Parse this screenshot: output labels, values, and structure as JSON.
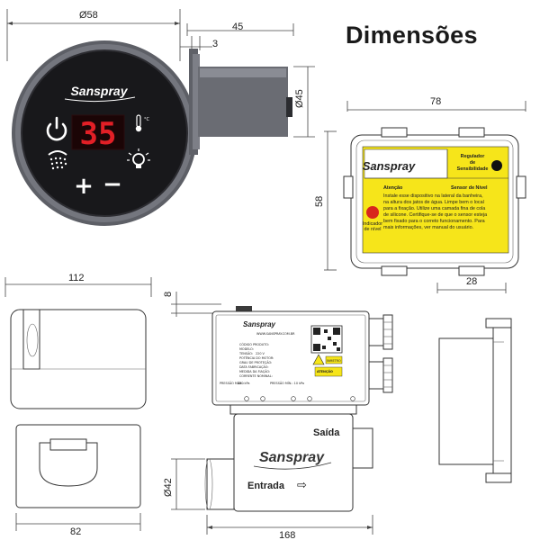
{
  "header": {
    "title": "Dimensões"
  },
  "dimensions": {
    "panel_diameter": "Ø58",
    "panel_depth": "45",
    "panel_flange": "3",
    "panel_body_diameter": "Ø45",
    "sensor_width": "78",
    "sensor_height": "58",
    "sensor_depth": "28",
    "pump_height": "112",
    "pump_width": "82",
    "pump_top": "8",
    "pump_pipe_diameter": "Ø42",
    "pump_length": "168"
  },
  "panel": {
    "brand": "Sanspray",
    "display_value": "35",
    "temp_unit": "°C",
    "plus": "+",
    "minus": "−"
  },
  "sensor_box": {
    "brand": "Sanspray",
    "regulator_label_1": "Regulador",
    "regulator_label_2": "de",
    "regulator_label_3": "Sensibilidade",
    "attention": "Atenção",
    "sensor_title": "Sensor de Nível",
    "indicator_label_1": "Indicador",
    "indicator_label_2": "de nível",
    "instructions": [
      "Instale esse dispositivo na lateral da banheira,",
      "na altura dos jatos de água. Limpe bem o local",
      "para a fixação. Utilize uma camada fina de cola",
      "de silicone. Certifique-se de que o sensor esteja",
      "bem fixado para o correto funcionamento. Para",
      "mais informações, ver manual do usuário."
    ]
  },
  "pump": {
    "brand": "Sanspray",
    "website": "WWW.SANSPRAY.COM.BR",
    "saida": "Saída",
    "entrada": "Entrada",
    "arrow": "⇨",
    "label_lines": [
      "CÓDIGO PRODUTO:",
      "MODELO:",
      "TENSÃO:",
      "POTÊNCIA DO MOTOR:",
      "GRAU DE PROTEÇÃO:",
      "DATA FABRICAÇÃO:",
      "MEDIDA DA FIAÇÃO:",
      "CORRENTE NOMINAL:",
      "PRESSÃO MÁX.:"
    ],
    "label_values": [
      "",
      "",
      "220 V",
      "",
      "",
      "",
      "",
      "",
      "300 kPa"
    ],
    "pressao_min": "PRESSÃO MÍN.: 10 kPa",
    "warning_label": "ATENÇÃO",
    "inmetro_label": "INMETRO"
  },
  "colors": {
    "panel_bezel": "#6e7078",
    "panel_face": "#141417",
    "display_red": "#e21f26",
    "sensor_yellow": "#f6e51a",
    "indicator_red": "#d8261c",
    "regulator_dot": "#111111"
  }
}
